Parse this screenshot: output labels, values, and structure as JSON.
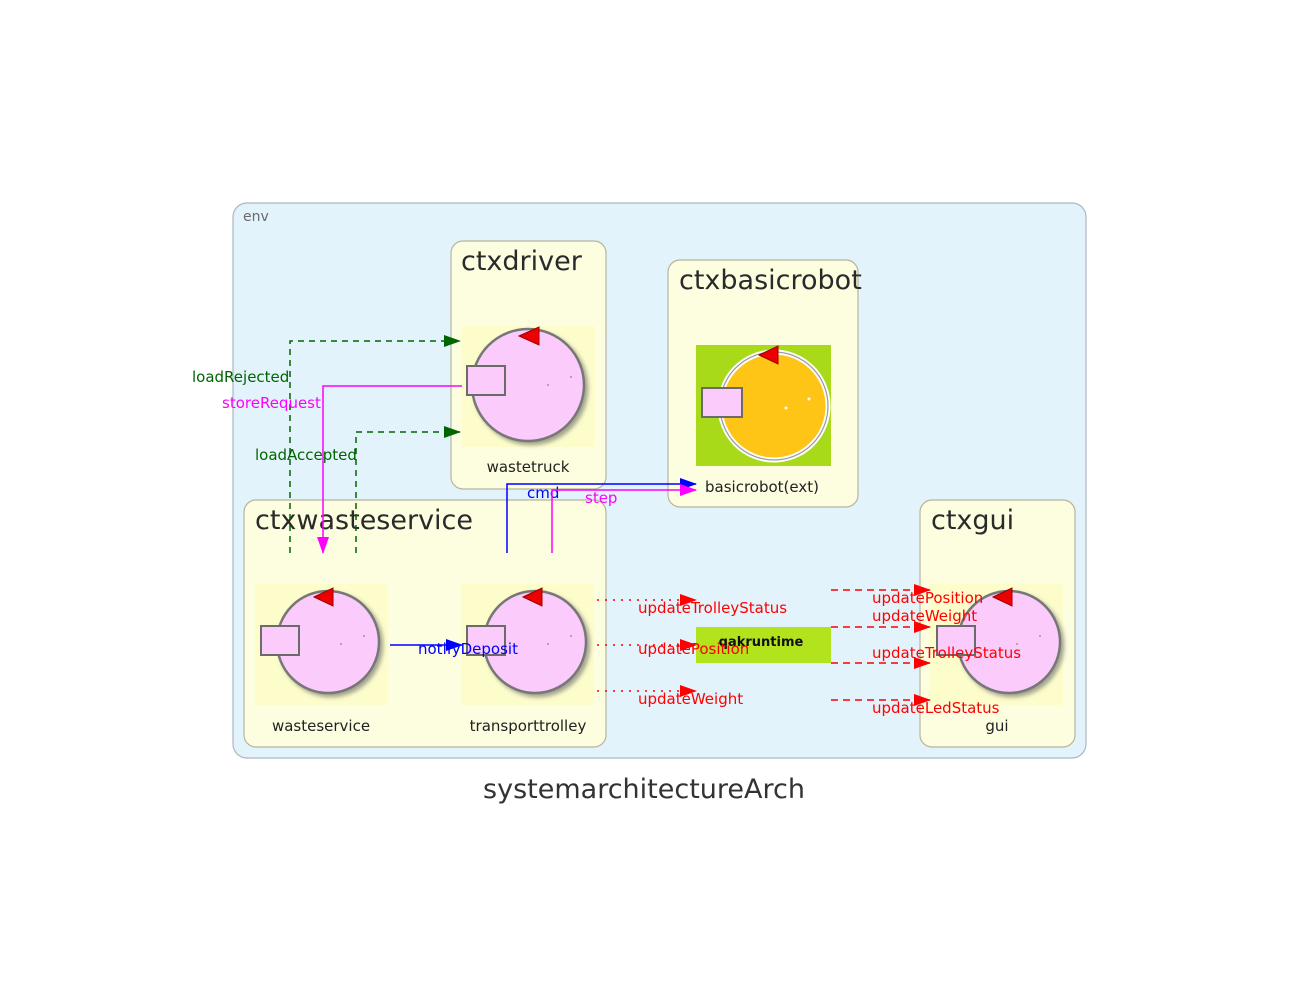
{
  "title": "systemarchitectureArch",
  "env": {
    "label": "env"
  },
  "contexts": {
    "ctxdriver": "ctxdriver",
    "ctxbasicrobot": "ctxbasicrobot",
    "ctxwasteservice": "ctxwasteservice",
    "ctxgui": "ctxgui"
  },
  "actors": {
    "wastetruck": "wastetruck",
    "basicrobot": "basicrobot(ext)",
    "wasteservice": "wasteservice",
    "transporttrolley": "transporttrolley",
    "gui": "gui"
  },
  "runtime": {
    "label": "qakruntime"
  },
  "messages": {
    "loadRejected": "loadRejected",
    "storeRequest": "storeRequest",
    "loadAccepted": "loadAccepted",
    "cmd": "cmd",
    "step": "step",
    "notifyDeposit": "notifyDeposit",
    "tt_updateTrolleyStatus": "updateTrolleyStatus",
    "tt_updatePosition": "updatePosition",
    "tt_updateWeight": "updateWeight",
    "rt_updatePosition": "updatePosition",
    "rt_updateWeight": "updateWeight",
    "rt_updateTrolleyStatus": "updateTrolleyStatus",
    "rt_updateLedStatus": "updateLedStatus"
  },
  "colors": {
    "env_fill": "#e3f3fb",
    "context_fill": "#fdfde0",
    "actor_fill": "#fbccfb",
    "robot_fill": "#ffc516",
    "robot_bg": "#a9da1a",
    "runtime_fill": "#b2e31c",
    "green_edge": "#006400",
    "magenta_edge": "#ff00ff",
    "blue_edge": "#0000ff",
    "red_edge": "#ff0000"
  }
}
